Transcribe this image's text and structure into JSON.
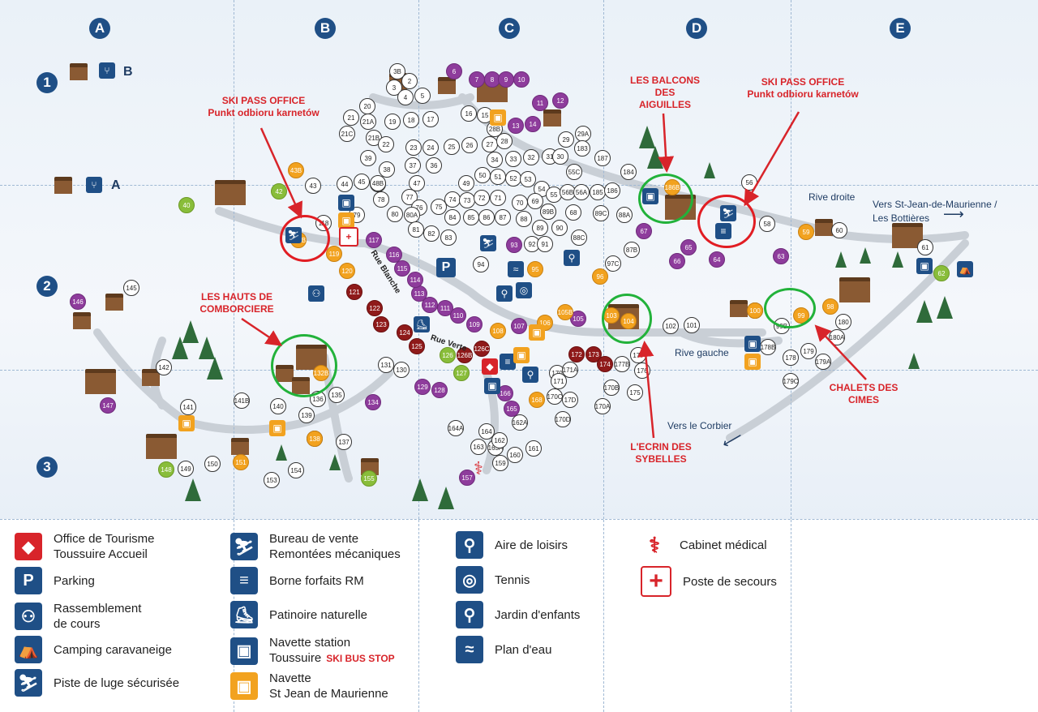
{
  "grid": {
    "columns": [
      "A",
      "B",
      "C",
      "D",
      "E"
    ],
    "rows": [
      "1",
      "2",
      "3"
    ]
  },
  "restaurants": [
    {
      "label": "B",
      "icon": "fork-knife-icon"
    },
    {
      "label": "A",
      "icon": "fork-knife-icon"
    }
  ],
  "annotations": {
    "ski_pass_office_1": {
      "line1": "SKI PASS OFFICE",
      "line2": "Punkt odbioru karnetów"
    },
    "ski_pass_office_2": {
      "line1": "SKI PASS OFFICE",
      "line2": "Punkt odbioru karnetów"
    },
    "balcons": {
      "line1": "LES BALCONS",
      "line2": "DES",
      "line3": "AIGUILLES"
    },
    "hauts": {
      "line1": "LES HAUTS DE",
      "line2": "COMBORCIERE"
    },
    "ecrin": {
      "line1": "L'ECRIN DES",
      "line2": "SYBELLES"
    },
    "cimes": {
      "line1": "CHALETS DES",
      "line2": "CIMES"
    }
  },
  "map_text": {
    "rive_droite": "Rive droite",
    "rive_gauche": "Rive gauche",
    "vers_st_jean_1": "Vers St-Jean-de-Maurienne  /",
    "vers_st_jean_2": "Les Bottières",
    "vers_corbier": "Vers le Corbier",
    "rue_blanche": "Rue Blanche",
    "rue_verte": "Rue Verte"
  },
  "numbers": {
    "white": [
      "3B",
      "2",
      "3",
      "4",
      "5",
      "16",
      "15",
      "21",
      "21A",
      "19",
      "18",
      "17",
      "20",
      "21C",
      "21B",
      "22",
      "23",
      "24",
      "25",
      "26",
      "27",
      "28",
      "39",
      "38",
      "37",
      "36",
      "34",
      "33",
      "32",
      "31",
      "30",
      "28B",
      "29",
      "29A",
      "183",
      "187",
      "184",
      "46",
      "48B",
      "47",
      "45",
      "44",
      "43",
      "49",
      "50",
      "51",
      "52",
      "53",
      "54",
      "55",
      "55C",
      "56",
      "56B",
      "56A",
      "185",
      "186",
      "78",
      "77",
      "76",
      "75",
      "74",
      "73",
      "72",
      "71",
      "70",
      "69",
      "89B",
      "68",
      "89C",
      "88A",
      "80",
      "80A",
      "79",
      "84",
      "85",
      "86",
      "87",
      "88",
      "89",
      "90",
      "88C",
      "89B",
      "81",
      "82",
      "83",
      "118",
      "94",
      "92",
      "91",
      "97C",
      "87B",
      "58",
      "60",
      "61",
      "145",
      "142",
      "141",
      "141B",
      "140",
      "139",
      "138",
      "137",
      "136",
      "135",
      "130",
      "131",
      "150",
      "149",
      "153",
      "154",
      "164A",
      "164",
      "163",
      "163A",
      "162A",
      "162",
      "161",
      "160",
      "159",
      "170",
      "171",
      "171A",
      "170C",
      "170D",
      "170B",
      "170A",
      "175",
      "176",
      "177",
      "177B",
      "178",
      "178B",
      "179",
      "179A",
      "179C",
      "180",
      "180A",
      "99B",
      "100",
      "101",
      "102",
      "17D"
    ],
    "purple": [
      "6",
      "7",
      "8",
      "9",
      "10",
      "11",
      "12",
      "13",
      "14",
      "93",
      "64",
      "65",
      "66",
      "67",
      "63",
      "146",
      "147",
      "134",
      "129",
      "128",
      "113",
      "114",
      "115",
      "116",
      "117",
      "112",
      "111",
      "110",
      "109",
      "105",
      "107",
      "165",
      "166",
      "157"
    ],
    "orange": [
      "43B",
      "119B",
      "120",
      "119",
      "100",
      "96",
      "95",
      "186B",
      "59",
      "98",
      "103",
      "104",
      "106",
      "108",
      "132B",
      "138",
      "151",
      "168",
      "105B",
      "99"
    ],
    "green": [
      "42",
      "40",
      "127",
      "126",
      "148",
      "155",
      "62"
    ],
    "darkred": [
      "121",
      "122",
      "123",
      "124",
      "125",
      "126B",
      "126C",
      "172",
      "173",
      "174"
    ]
  },
  "legend": [
    {
      "icon": "tourism-office-icon",
      "line1": "Office de Tourisme",
      "line2": "Toussuire Accueil"
    },
    {
      "icon": "parking-icon",
      "glyph": "P",
      "line1": "Parking",
      "line2": ""
    },
    {
      "icon": "meeting-point-icon",
      "line1": "Rassemblement",
      "line2": "de cours"
    },
    {
      "icon": "camping-icon",
      "line1": "Camping caravaneige",
      "line2": ""
    },
    {
      "icon": "sled-run-icon",
      "line1": "Piste de luge sécurisée",
      "line2": ""
    },
    {
      "icon": "lift-sales-icon",
      "line1": "Bureau de vente",
      "line2": "Remontées mécaniques"
    },
    {
      "icon": "ski-pass-terminal-icon",
      "line1": "Borne forfaits RM",
      "line2": ""
    },
    {
      "icon": "skating-rink-icon",
      "line1": "Patinoire naturelle",
      "line2": ""
    },
    {
      "icon": "shuttle-bus-icon",
      "line1": "Navette station",
      "line2": "Toussuire",
      "extra": "SKI BUS STOP"
    },
    {
      "icon": "shuttle-st-jean-icon",
      "line1": "Navette",
      "line2": "St Jean de Maurienne"
    },
    {
      "icon": "leisure-area-icon",
      "line1": "Aire de loisirs",
      "line2": ""
    },
    {
      "icon": "tennis-icon",
      "line1": "Tennis",
      "line2": ""
    },
    {
      "icon": "playground-icon",
      "line1": "Jardin d'enfants",
      "line2": ""
    },
    {
      "icon": "swimming-icon",
      "line1": "Plan d'eau",
      "line2": ""
    },
    {
      "icon": "medical-icon",
      "line1": "Cabinet médical",
      "line2": ""
    },
    {
      "icon": "first-aid-icon",
      "line1": "Poste de secours",
      "line2": ""
    }
  ],
  "colors": {
    "grid_label": "#1f4f86",
    "annot_red": "#d8242a",
    "ring_green": "#22b23a",
    "ring_red": "#e11d23"
  }
}
